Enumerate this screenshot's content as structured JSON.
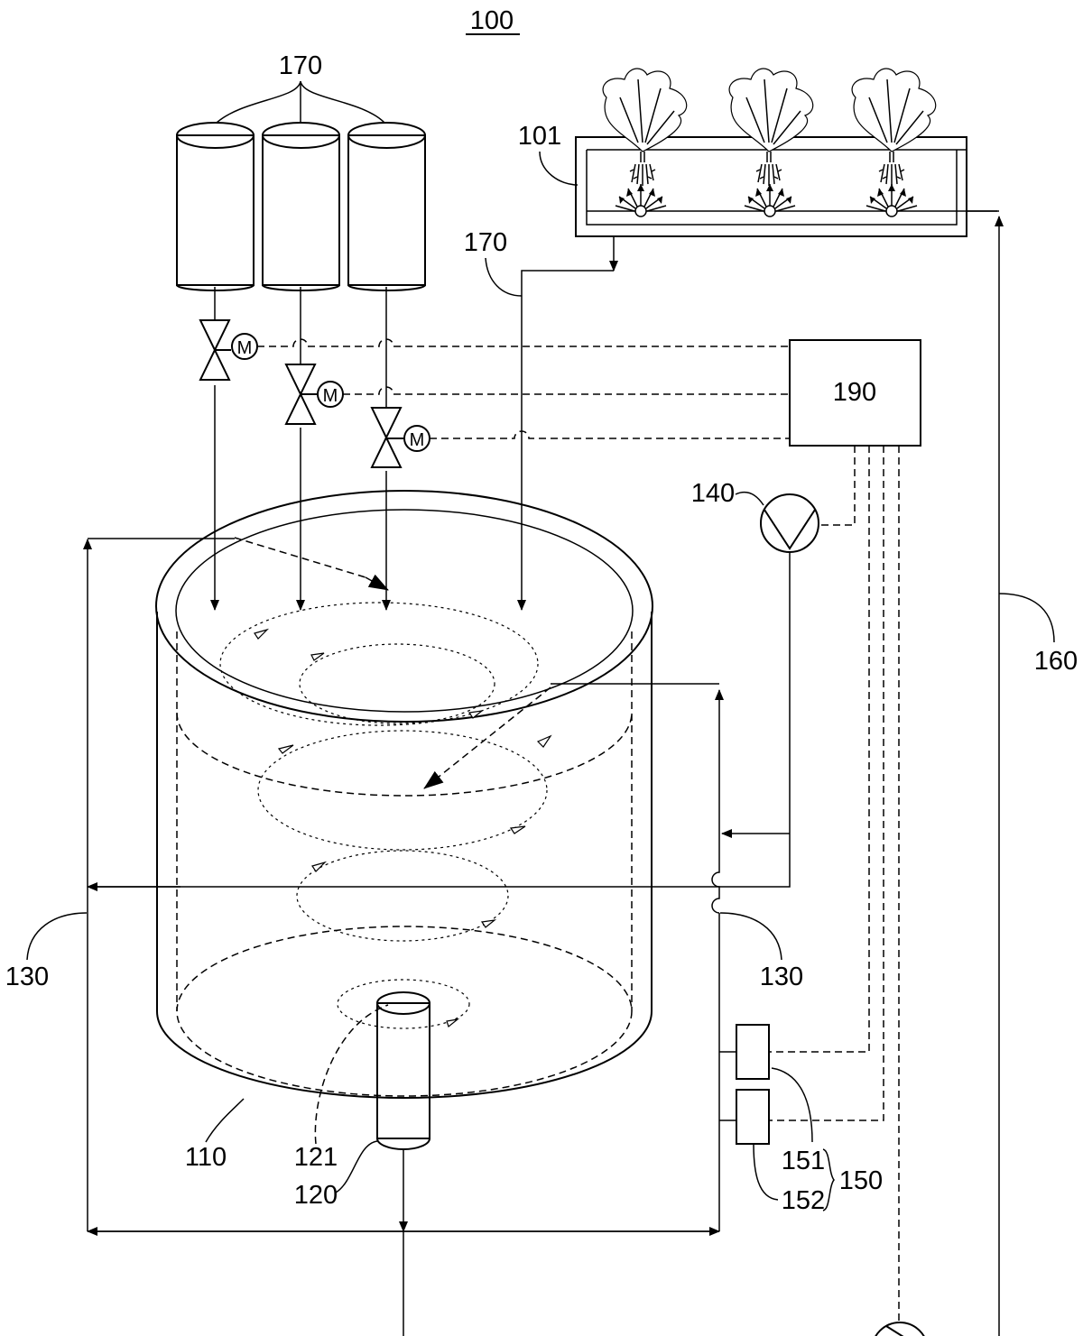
{
  "figure_number": "100",
  "labels": {
    "tanks": "170",
    "supply_pipe": "170",
    "cultivation_bed": "101",
    "controller": "190",
    "pump_top": "140",
    "return_line": "160",
    "pipe_left": "130",
    "pipe_right": "130",
    "main_tank": "110",
    "outlet_top": "121",
    "outlet": "120",
    "sensor_1": "151",
    "sensor_2": "152",
    "sensor_group": "150"
  },
  "valve_motor_label": "M"
}
